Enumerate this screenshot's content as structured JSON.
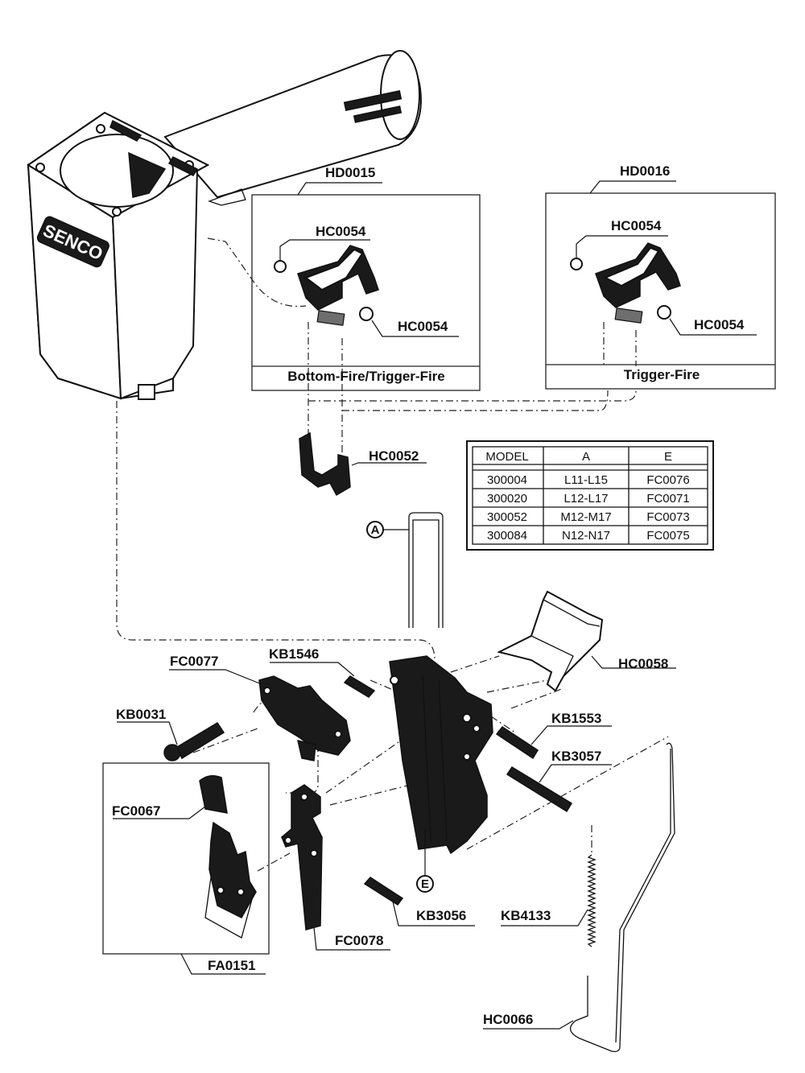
{
  "brand": "SENCO",
  "labels": {
    "hd0015": "HD0015",
    "hd0016": "HD0016",
    "hc0054_a": "HC0054",
    "hc0054_b": "HC0054",
    "hc0054_c": "HC0054",
    "hc0054_d": "HC0054",
    "hc0052": "HC0052",
    "hc0058": "HC0058",
    "fc0077": "FC0077",
    "kb1546": "KB1546",
    "kb0031": "KB0031",
    "kb1553": "KB1553",
    "kb3057": "KB3057",
    "fc0067": "FC0067",
    "kb3056": "KB3056",
    "kb4133": "KB4133",
    "fc0078": "FC0078",
    "fa0151": "FA0151",
    "hc0066": "HC0066"
  },
  "captions": {
    "bottom_fire": "Bottom-Fire/Trigger-Fire",
    "trigger_fire": "Trigger-Fire"
  },
  "callouts": {
    "a": "A",
    "e": "E"
  },
  "model_table": {
    "headers": [
      "MODEL",
      "A",
      "E"
    ],
    "rows": [
      [
        "300004",
        "L11-L15",
        "FC0076"
      ],
      [
        "300020",
        "L12-L17",
        "FC0071"
      ],
      [
        "300052",
        "M12-M17",
        "FC0073"
      ],
      [
        "300084",
        "N12-N17",
        "FC0075"
      ]
    ]
  }
}
